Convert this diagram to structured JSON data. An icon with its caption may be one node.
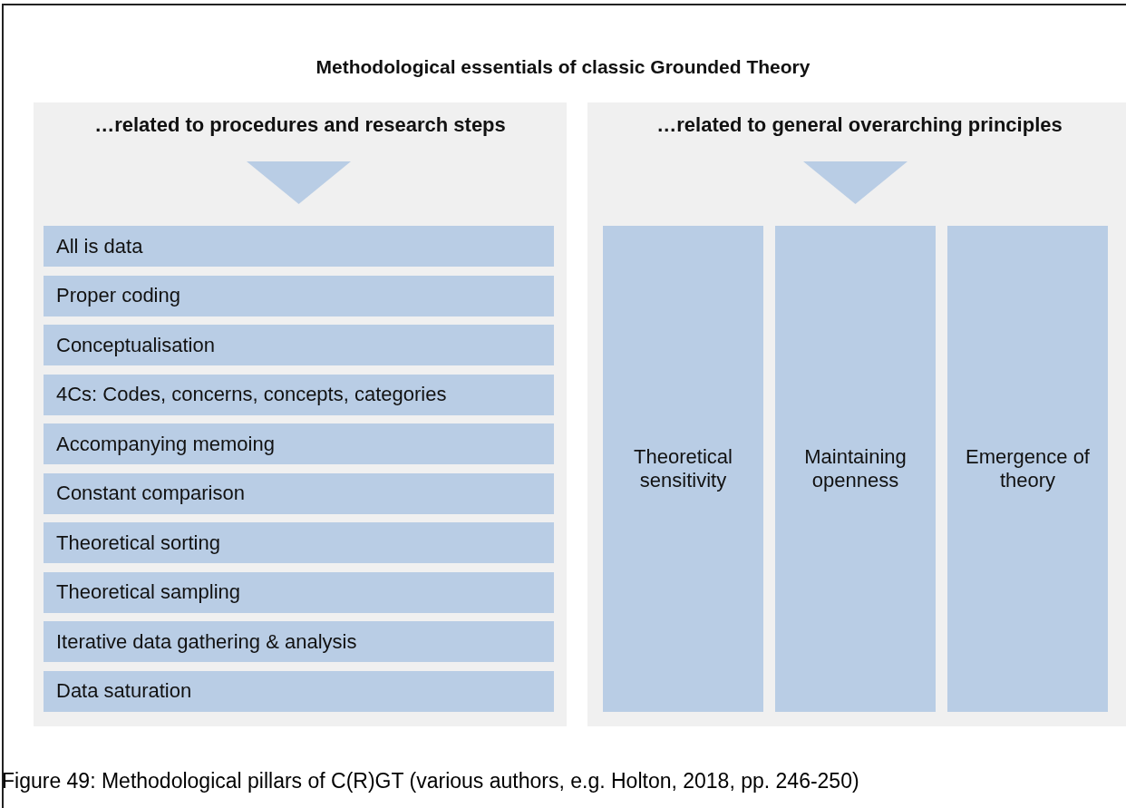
{
  "diagram": {
    "title": "Methodological essentials of classic Grounded Theory",
    "caption": "Figure 49: Methodological pillars of C(R)GT (various authors, e.g. Holton, 2018, pp. 246-250)",
    "nodes": [
      {
        "text": [
          "…related to procedures and research steps"
        ]
      },
      {
        "text": [
          "All is data"
        ],
        "in": 0
      },
      {
        "text": [
          "Proper coding"
        ],
        "in": 0
      },
      {
        "text": [
          "Conceptualisation"
        ],
        "in": 0
      },
      {
        "text": [
          "4Cs: Codes, concerns, concepts, categories"
        ],
        "in": 0
      },
      {
        "text": [
          "Accompanying memoing"
        ],
        "in": 0
      },
      {
        "text": [
          "Constant comparison"
        ],
        "in": 0
      },
      {
        "text": [
          "Theoretical sorting"
        ],
        "in": 0
      },
      {
        "text": [
          "Theoretical sampling"
        ],
        "in": 0
      },
      {
        "text": [
          "Iterative data gathering & analysis"
        ],
        "in": 0
      },
      {
        "text": [
          "Data saturation"
        ],
        "in": 0
      },
      {
        "text": [
          "…related to general overarching principles"
        ]
      },
      {
        "text": [
          "Theoretical sensitivity"
        ],
        "in": 11
      },
      {
        "text": [
          "Maintaining openness"
        ],
        "in": 11
      },
      {
        "text": [
          "Emergence of theory"
        ],
        "in": 11
      }
    ],
    "edges": []
  }
}
